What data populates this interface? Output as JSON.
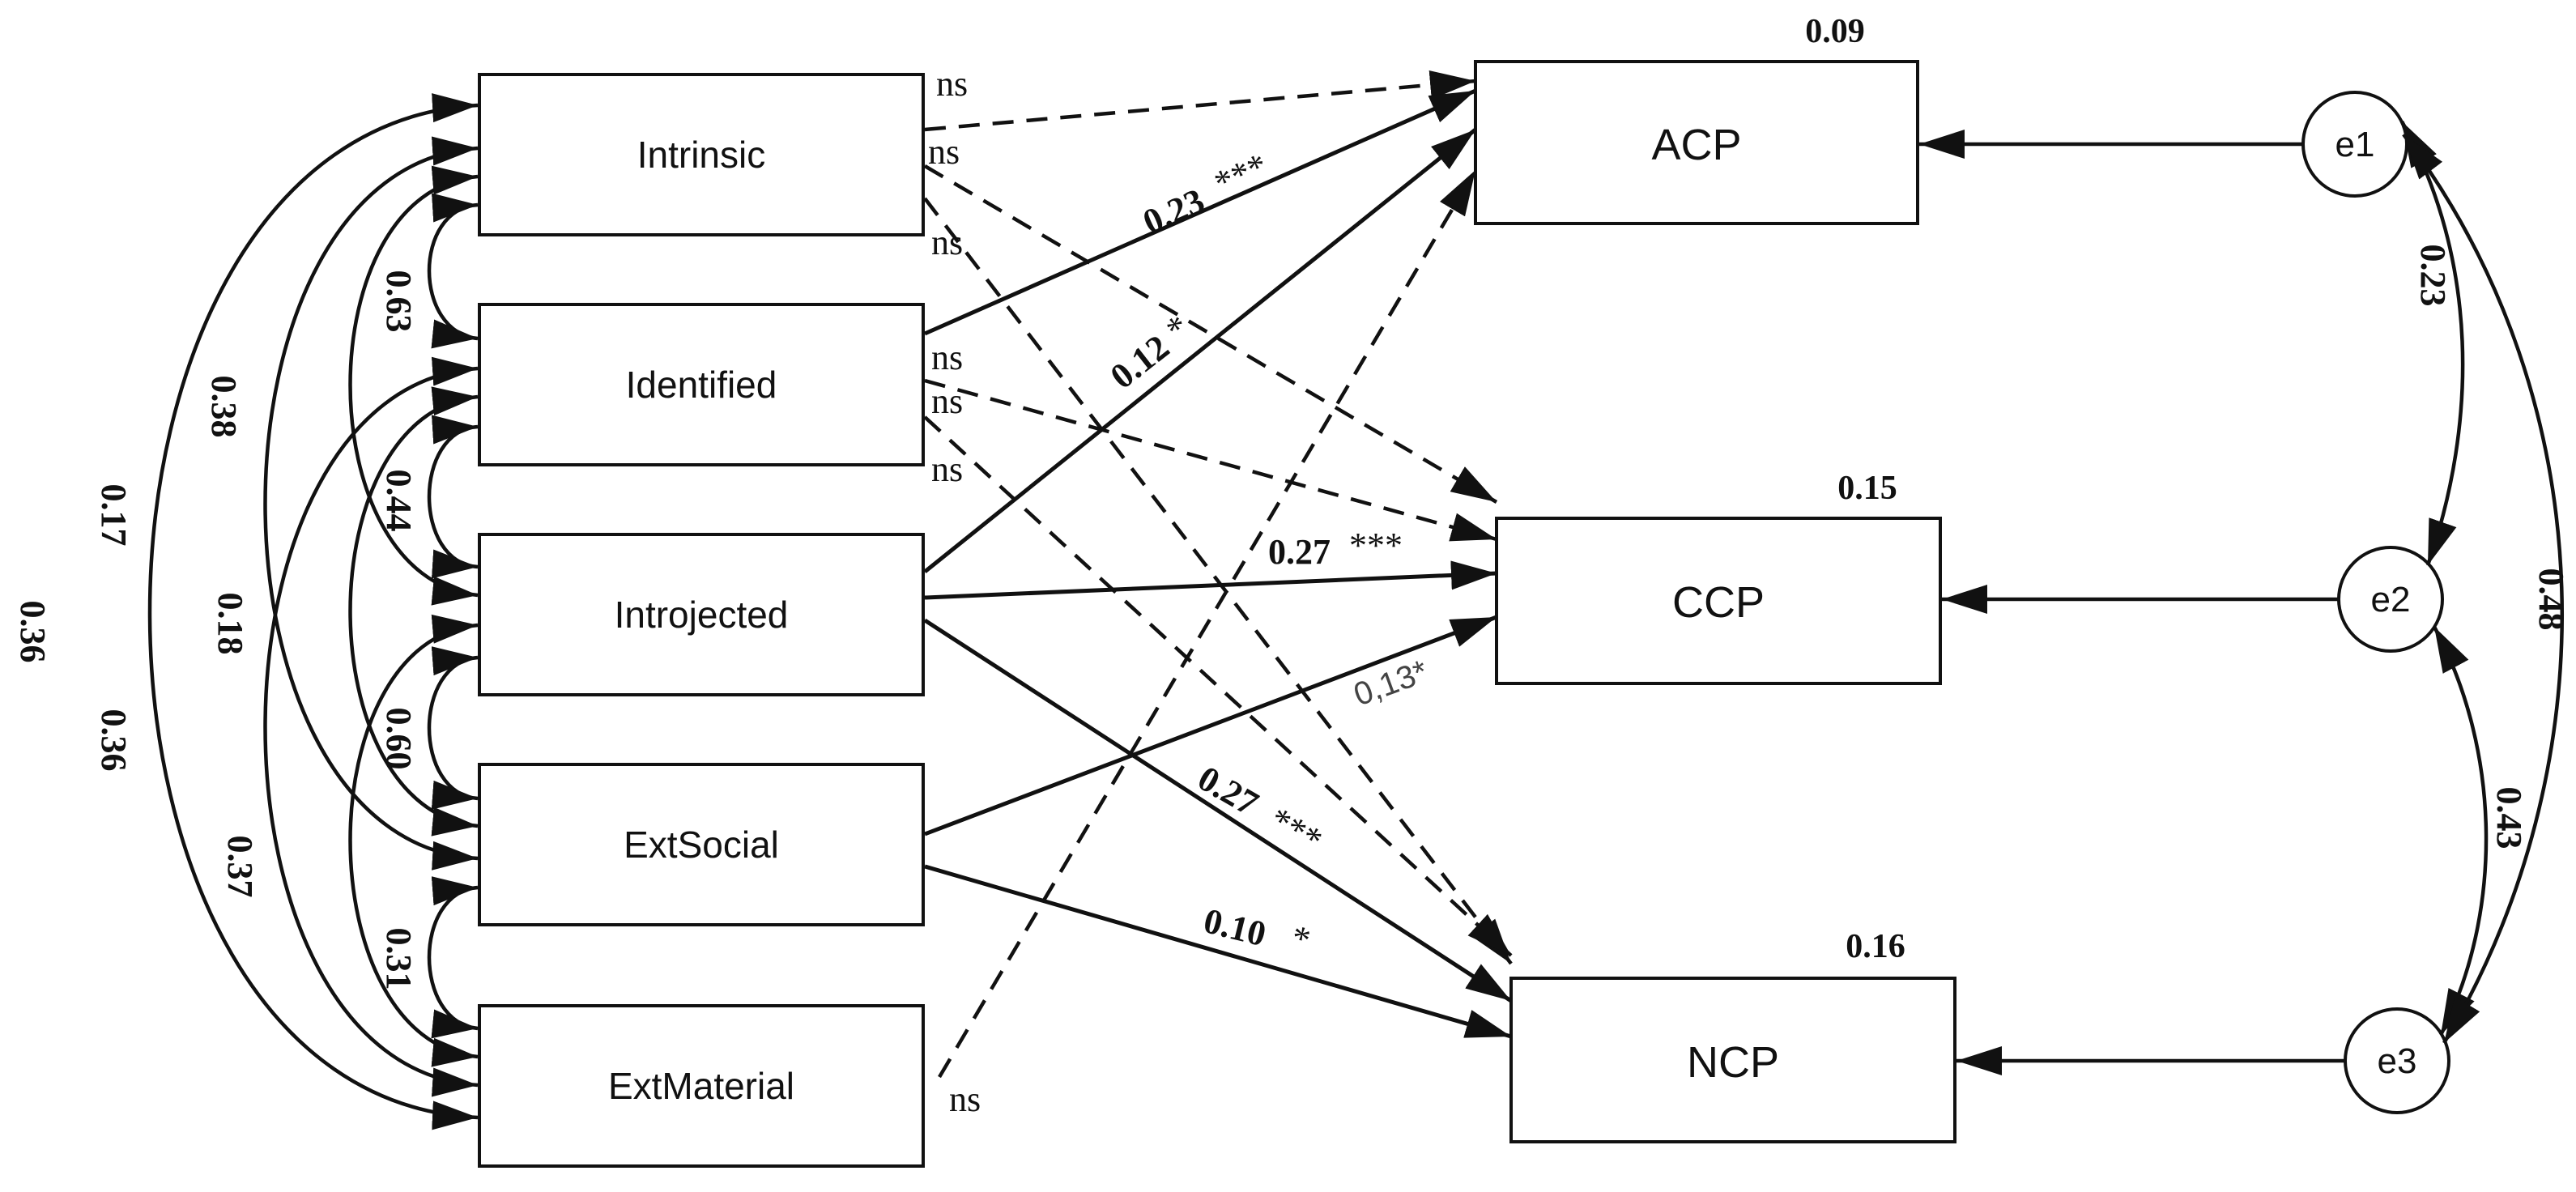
{
  "predictors": {
    "intrinsic": "Intrinsic",
    "identified": "Identified",
    "introjected": "Introjected",
    "ext_social": "ExtSocial",
    "ext_material": "ExtMaterial"
  },
  "outcomes": {
    "acp": {
      "label": "ACP",
      "r2": "0.09"
    },
    "ccp": {
      "label": "CCP",
      "r2": "0.15"
    },
    "ncp": {
      "label": "NCP",
      "r2": "0.16"
    }
  },
  "errors": {
    "e1": "e1",
    "e2": "e2",
    "e3": "e3"
  },
  "paths": {
    "intrinsic_acp_ns": "ns",
    "intrinsic_ccp_ns": "ns",
    "intrinsic_ncp_ns": "ns",
    "identified_acp": "0.23",
    "identified_acp_sig": "***",
    "identified_ccp_ns": "ns",
    "identified_ncp_ns": "ns",
    "introjected_acp": "0.12",
    "introjected_acp_sig": "*",
    "introjected_ccp": "0.27",
    "introjected_ccp_sig": "***",
    "introjected_ncp": "0.27",
    "introjected_ncp_sig": "***",
    "extsocial_ccp": "0,13*",
    "extsocial_ncp": "0.10",
    "extsocial_ncp_sig": "*",
    "extmaterial_acp_ns": "ns"
  },
  "covariances": {
    "int_ide": "0.63",
    "int_inj": "0.38",
    "int_soc": "0.17",
    "int_mat": "0.36",
    "ide_inj": "0.44",
    "ide_soc": "0.18",
    "ide_mat": "0.36",
    "inj_soc": "0.60",
    "inj_mat": "0.37",
    "soc_mat": "0.31"
  },
  "error_covariances": {
    "e1_e2": "0.23",
    "e1_e3": "0.48",
    "e2_e3": "0.43"
  }
}
